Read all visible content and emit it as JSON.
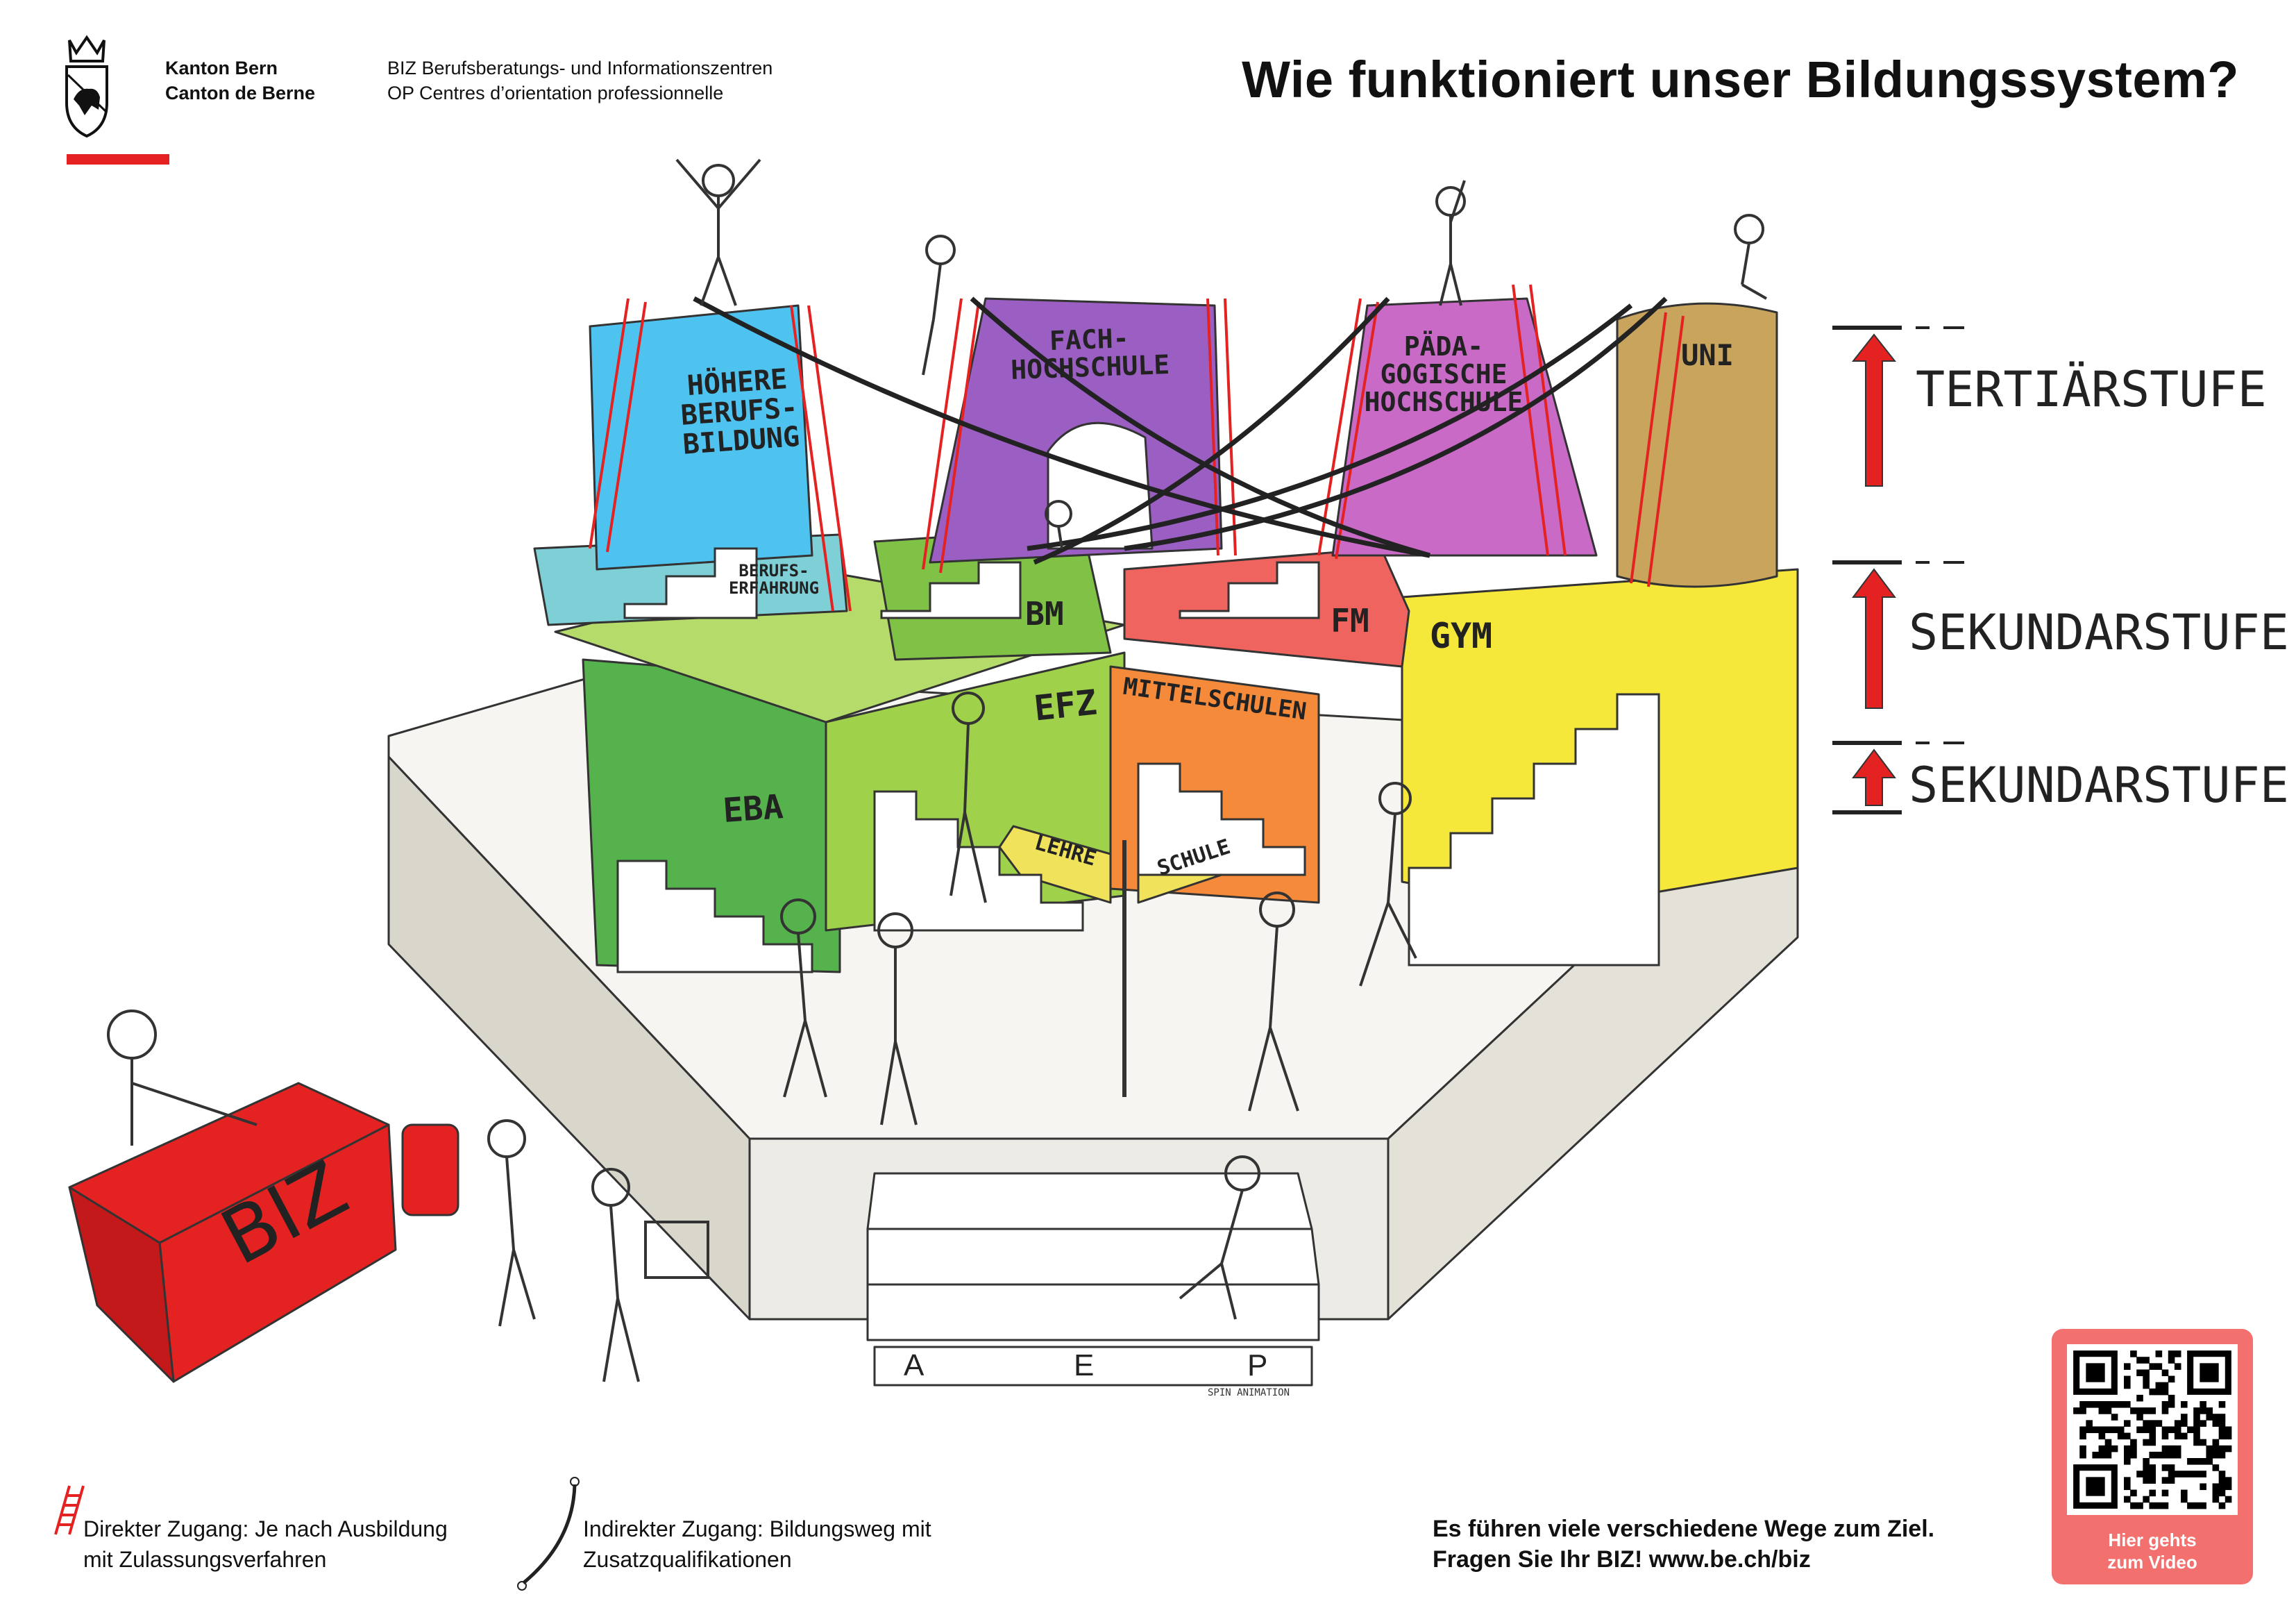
{
  "header": {
    "org_line1": "Kanton Bern",
    "org_line2": "Canton de Berne",
    "biz_line1": "BIZ Berufsberatungs- und Informationszentren",
    "biz_line2": "OP Centres d’orientation professionnelle",
    "title": "Wie funktioniert unser Bildungssystem?"
  },
  "stages": [
    {
      "label": "TERTIÄRSTUFE"
    },
    {
      "label": "SEKUNDARSTUFE 2"
    },
    {
      "label": "SEKUNDARSTUFE 1"
    }
  ],
  "blocks": {
    "hbb": "HÖHERE BERUFS- BILDUNG",
    "fh": "FACH- HOCHSCHULE",
    "ph": "PÄDA- GOGISCHE HOCHSCHULE",
    "uni": "UNI",
    "berufserfahrung": "BERUFS- ERFAHRUNG",
    "bm": "BM",
    "fm": "FM",
    "gym": "GYM",
    "efz": "EFZ",
    "mittelschulen": "MITTELSCHULEN",
    "eba": "EBA",
    "lehre": "LEHRE",
    "schule": "SCHULE",
    "biz": "BIZ"
  },
  "aep": [
    "A",
    "E",
    "P"
  ],
  "credit": "SPIN ANIMATION",
  "legend": {
    "direct_line1": "Direkter Zugang: Je nach Ausbildung",
    "direct_line2": "mit Zulassungsverfahren",
    "indirect_line1": "Indirekter Zugang: Bildungsweg mit",
    "indirect_line2": "Zusatzqualifikationen"
  },
  "tagline": {
    "line1": "Es führen viele verschiedene Wege zum Ziel.",
    "line2": "Fragen Sie Ihr BIZ! www.be.ch/biz"
  },
  "qr": {
    "label_line1": "Hier gehts",
    "label_line2": "zum Video"
  },
  "colors": {
    "red": "#e32221",
    "hbb": "#4fc3f0",
    "fh": "#9b5fc4",
    "ph": "#c86ac6",
    "uni": "#c9a45c",
    "berufserfahrung": "#7ecfd6",
    "bm": "#7fc245",
    "fm": "#f0645f",
    "gym": "#f5e83a",
    "efz": "#9fd24a",
    "mittelschulen": "#f58a3a",
    "eba": "#55b24c",
    "sign": "#f0e25a",
    "qr": "#f2716f"
  }
}
